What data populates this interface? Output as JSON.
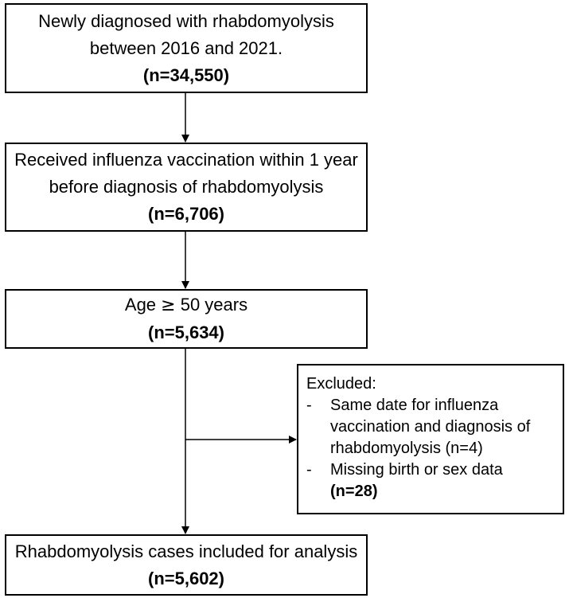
{
  "flowchart": {
    "step1": {
      "line1": "Newly diagnosed with rhabdomyolysis",
      "line2": "between 2016 and 2021.",
      "count_open": "(",
      "count": "n=34,550",
      "count_close": ")"
    },
    "step2": {
      "line1": "Received influenza vaccination within 1 year",
      "line2": "before diagnosis of rhabdomyolysis",
      "count_open": "(",
      "count": "n=6,706",
      "count_close": ")"
    },
    "step3": {
      "label_prefix": "Age ",
      "symbol": "≥",
      "label_suffix": " 50 years",
      "count_open": "(",
      "count": "n=5,634",
      "count_close": ")"
    },
    "excluded": {
      "title": "Excluded:",
      "items": [
        {
          "dash": "-",
          "text": "Same date for influenza vaccination and diagnosis of rhabdomyolysis (n=4)"
        },
        {
          "dash": "-",
          "text": "Missing birth or sex data",
          "count": "n=28",
          "count_open": "(",
          "count_close": ")"
        }
      ]
    },
    "final": {
      "line1": "Rhabdomyolysis cases included for analysis",
      "count_open": "(",
      "count": "n=5,602",
      "count_close": ")"
    }
  },
  "colors": {
    "stroke": "#000000",
    "fill": "#ffffff",
    "text": "#000000"
  }
}
